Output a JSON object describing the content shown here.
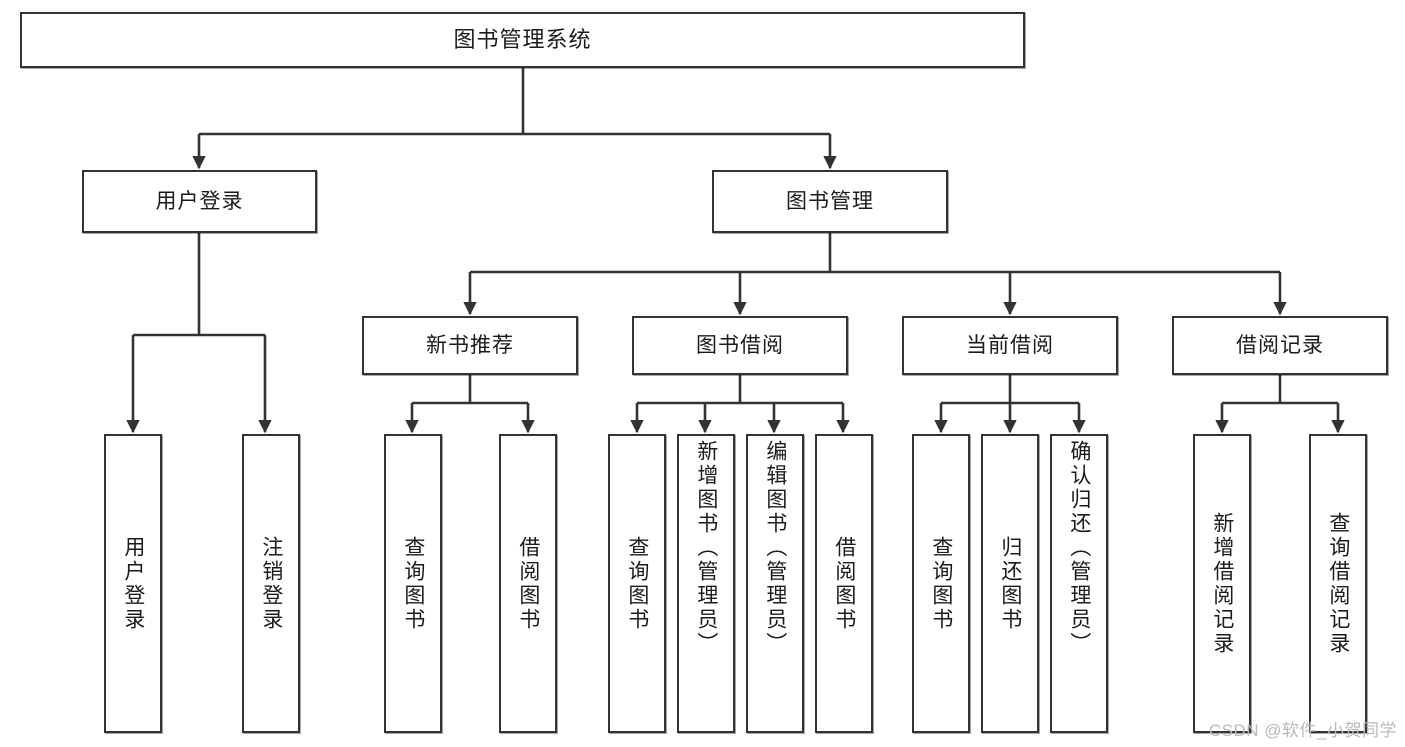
{
  "diagram": {
    "title": "图书管理系统",
    "type": "functional-structure-tree",
    "colors": {
      "node_border": "#333333",
      "node_fill": "#ffffff",
      "edge": "#333333",
      "text": "#1b1b1b",
      "watermark": "#b9b9b9",
      "background": "#ffffff"
    },
    "watermark": "CSDN @软件_小贺同学",
    "root": {
      "label": "图书管理系统"
    },
    "level2": [
      {
        "label": "用户登录"
      },
      {
        "label": "图书管理"
      }
    ],
    "level3": [
      {
        "label": "新书推荐"
      },
      {
        "label": "图书借阅"
      },
      {
        "label": "当前借阅"
      },
      {
        "label": "借阅记录"
      }
    ],
    "leaves": {
      "user_login": [
        {
          "label": "用户登录"
        },
        {
          "label": "注销登录"
        }
      ],
      "new_book_recommend": [
        {
          "label": "查询图书"
        },
        {
          "label": "借阅图书"
        }
      ],
      "book_borrow": [
        {
          "label": "查询图书"
        },
        {
          "label": "新增图书（管理员）"
        },
        {
          "label": "编辑图书（管理员）"
        },
        {
          "label": "借阅图书"
        }
      ],
      "current_borrow": [
        {
          "label": "查询图书"
        },
        {
          "label": "归还图书"
        },
        {
          "label": "确认归还（管理员）"
        }
      ],
      "borrow_record": [
        {
          "label": "新增借阅记录"
        },
        {
          "label": "查询借阅记录"
        }
      ]
    }
  }
}
